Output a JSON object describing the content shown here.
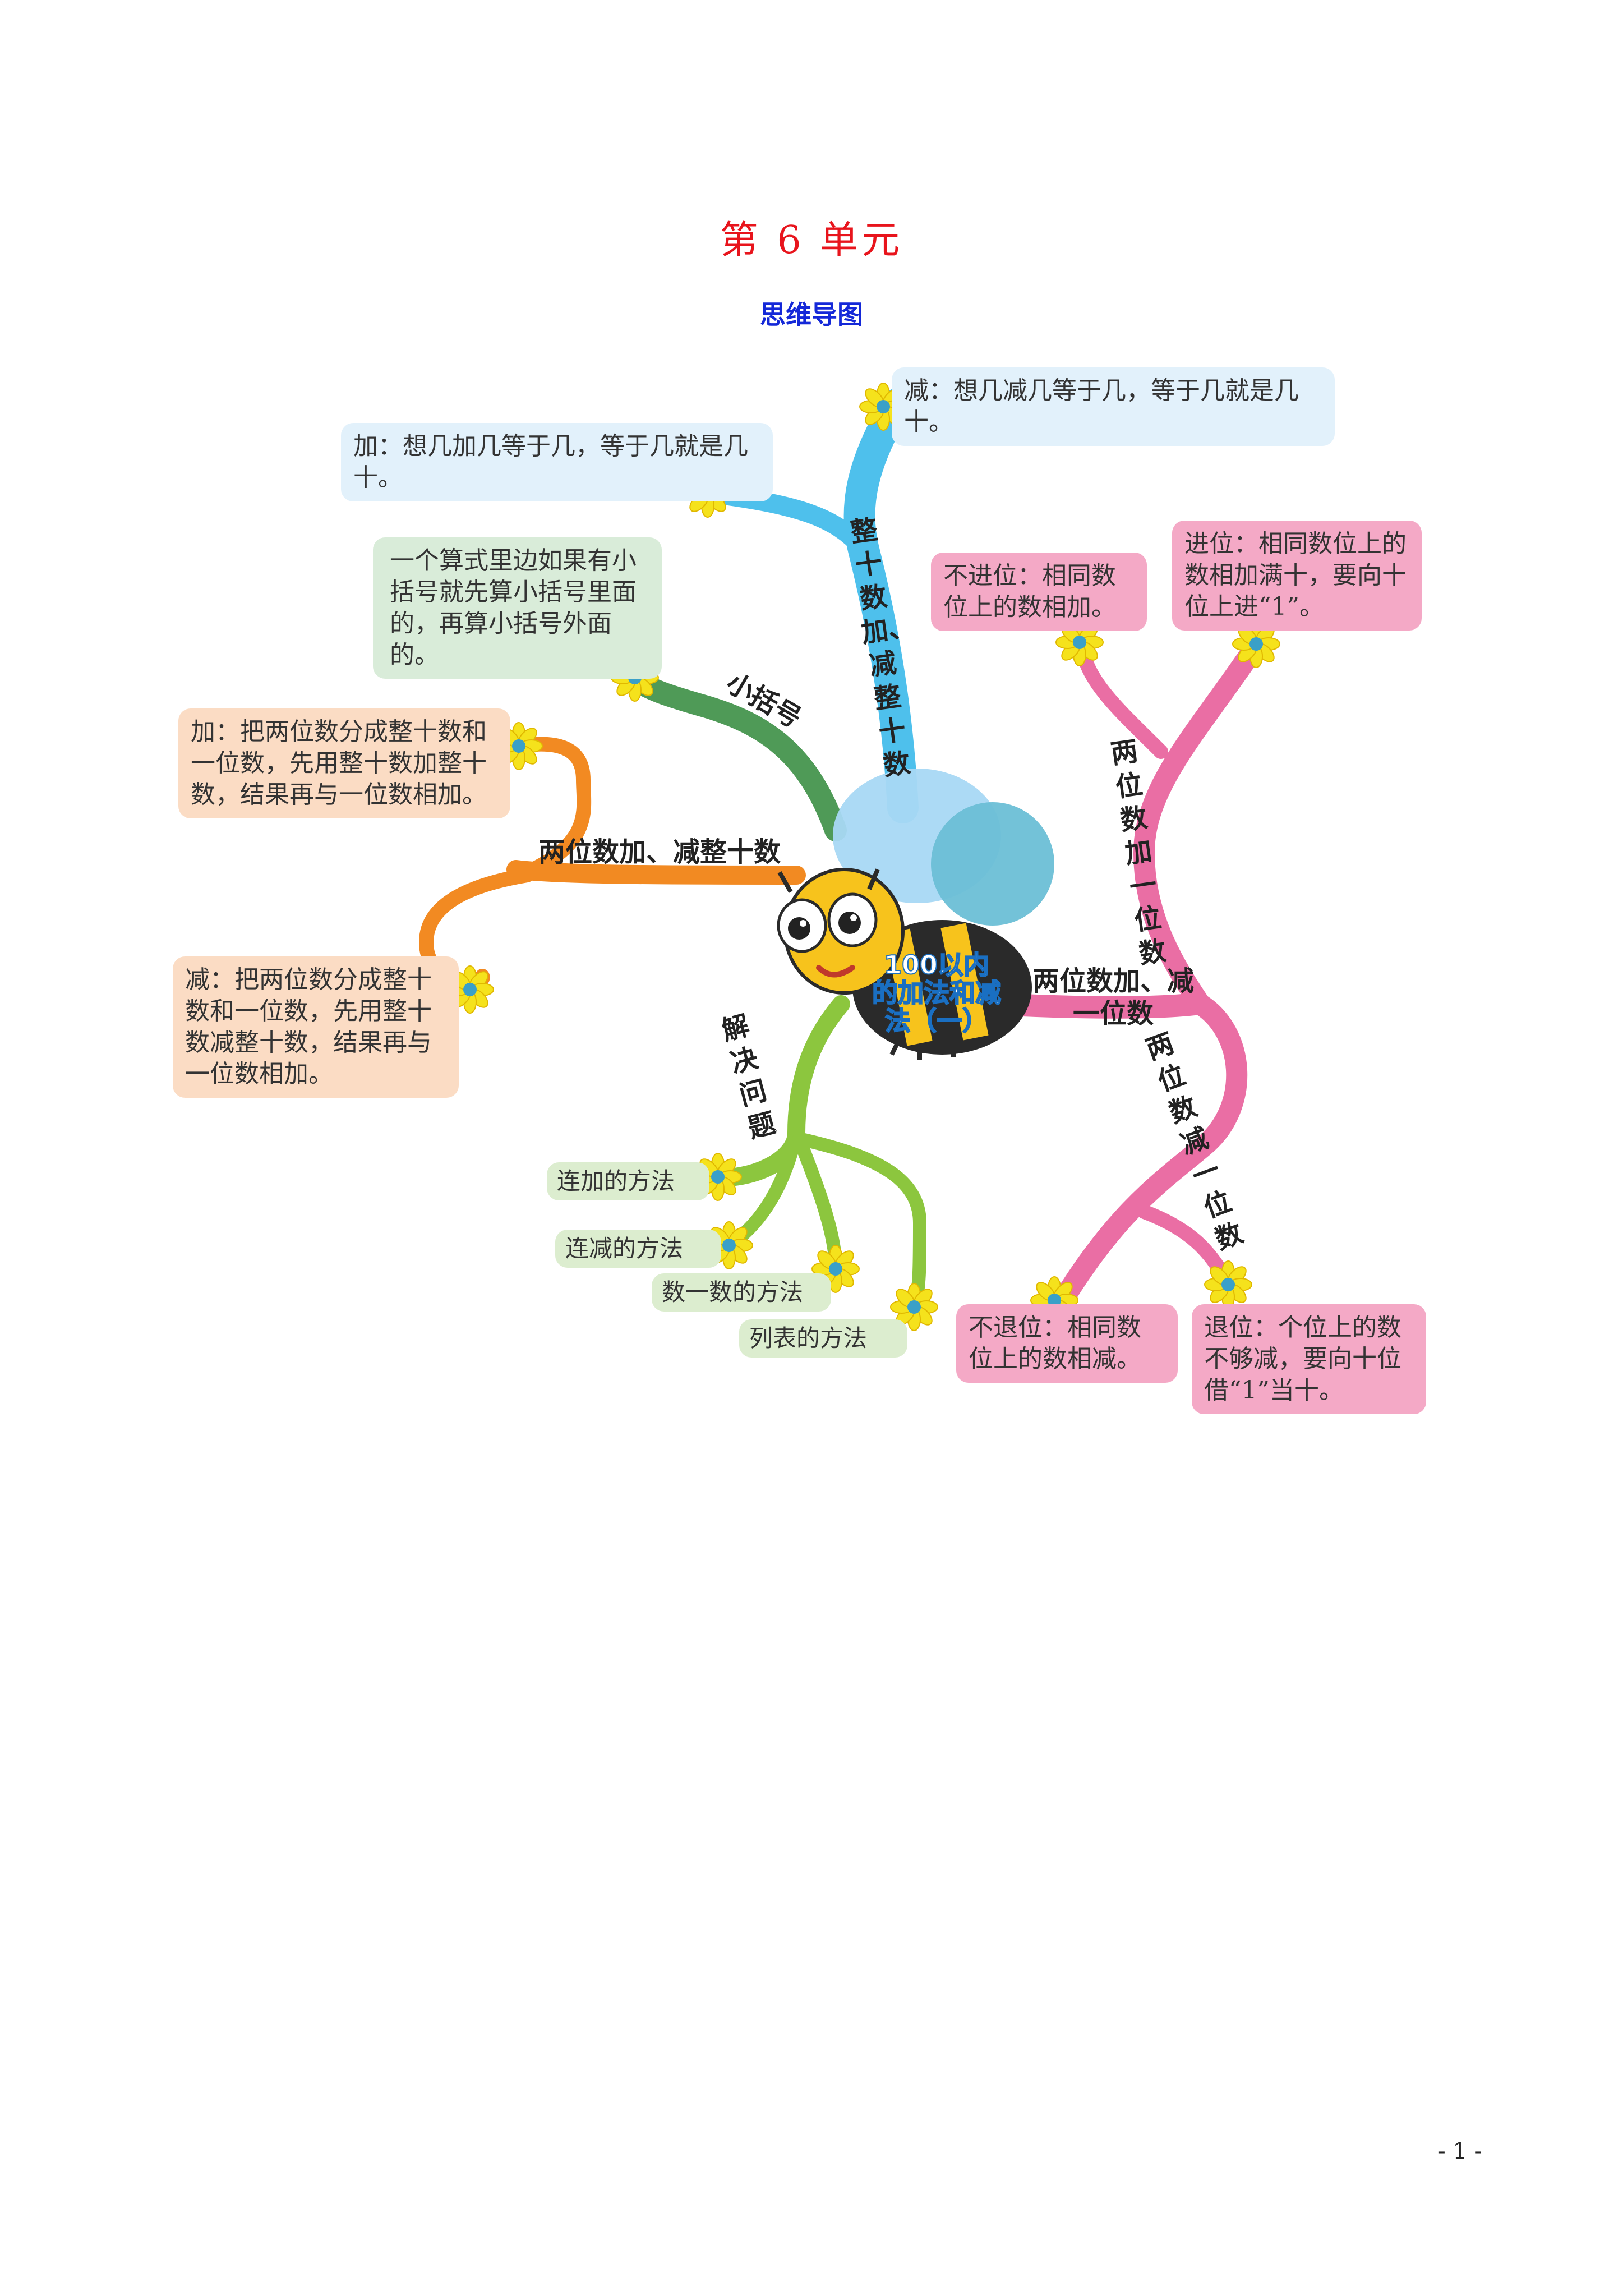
{
  "page": {
    "title": "第 6 单元",
    "subtitle": "思维导图",
    "page_number": "- 1 -"
  },
  "center": {
    "label": "100以内的加法和减法（一）"
  },
  "branches": {
    "whole_tens": {
      "label": "整十数加、减整十数",
      "color": "#4ec0ec"
    },
    "parentheses": {
      "label": "小括号",
      "color": "#4f9a57"
    },
    "two_digit_tens": {
      "label": "两位数加、减整十数",
      "color": "#f28a22"
    },
    "two_digit_one": {
      "label": "两位数加、减一位数",
      "color": "#ea6ea4"
    },
    "two_digit_plus_one": {
      "label": "两位数加一位数"
    },
    "two_digit_minus_one": {
      "label": "两位数减一位数"
    },
    "problem_solving": {
      "label": "解决问题",
      "color": "#8cc63e"
    }
  },
  "notes": {
    "tens_add": "加：想几加几等于几，等于几就是几十。",
    "tens_sub": "减：想几减几等于几，等于几就是几十。",
    "paren": "一个算式里边如果有小括号就先算小括号里面的，再算小括号外面的。",
    "tdt_add": "加：把两位数分成整十数和一位数，先用整十数加整十数，结果再与一位数相加。",
    "tdt_sub": "减：把两位数分成整十数和一位数，先用整十数减整十数，结果再与一位数相加。",
    "no_carry": "不进位：相同数位上的数相加。",
    "carry": "进位：相同数位上的数相加满十，要向十位上进“1”。",
    "no_borrow": "不退位：相同数位上的数相减。",
    "borrow": "退位：个位上的数不够减，要向十位借“1”当十。",
    "ps_items": [
      "连加的方法",
      "连减的方法",
      "数一数的方法",
      "列表的方法"
    ]
  }
}
